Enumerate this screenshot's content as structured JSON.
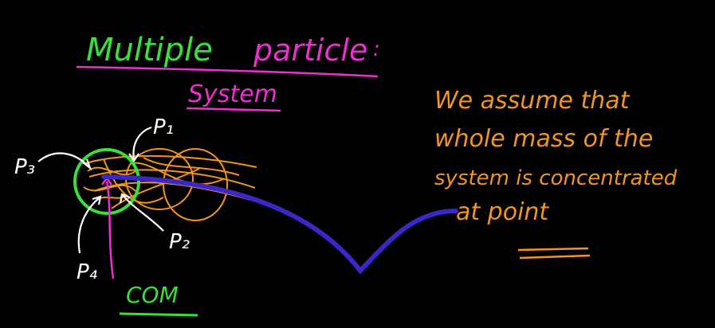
{
  "title": {
    "text1": "Multiple",
    "text2": "particle",
    "colon": ":"
  },
  "subtitle": "System",
  "labels": {
    "p1": "P₁",
    "p2": "P₂",
    "p3": "P₃",
    "p4": "P₄",
    "com": "COM"
  },
  "note": {
    "line1": "We assume that",
    "line2": "whole mass of the",
    "line3": "system is concentrated",
    "line4": "at point"
  },
  "colors": {
    "background": "#000000",
    "green": "#39e03a",
    "magenta": "#ee2fd0",
    "orange": "#f2951f",
    "white": "#ffffff",
    "blue": "#3b27c7"
  }
}
